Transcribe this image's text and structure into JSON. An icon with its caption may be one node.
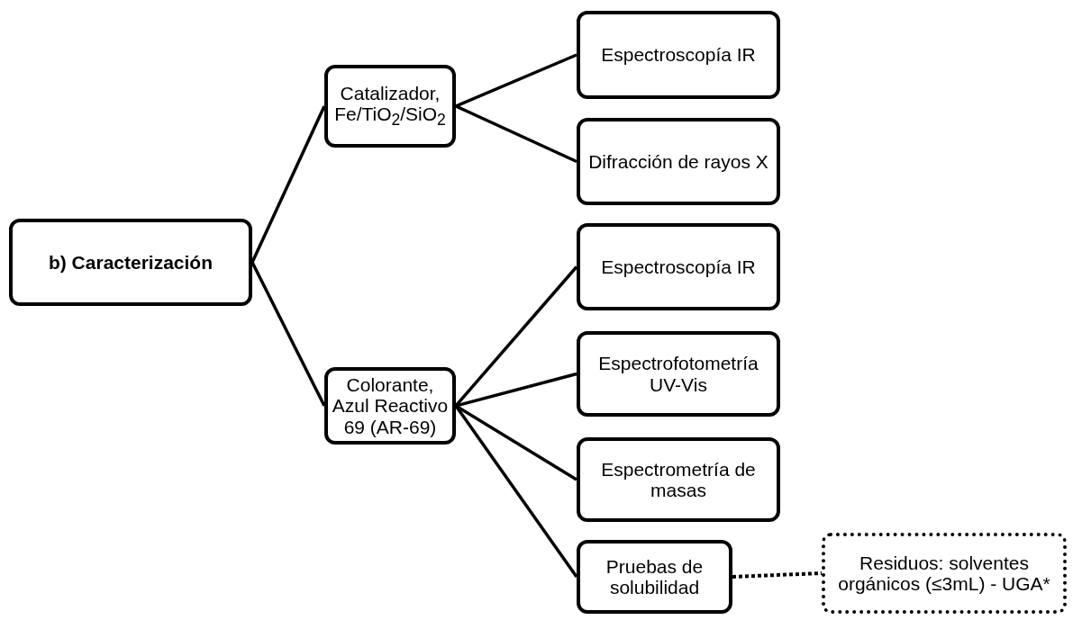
{
  "diagram": {
    "nodes": [
      {
        "text": [
          "b) Caracterización"
        ]
      },
      {
        "text": [
          "Catalizador, Fe/TiO$_{2}$/SiO$_{2}$"
        ]
      },
      {
        "text": [
          "Espectroscopía IR"
        ]
      },
      {
        "text": [
          "Difracción de rayos X"
        ]
      },
      {
        "text": [
          "Colorante, Azul Reactivo 69 (AR-69)"
        ]
      },
      {
        "text": [
          "Espectroscopía IR"
        ]
      },
      {
        "text": [
          "Espectrofotometría UV-Vis"
        ]
      },
      {
        "text": [
          "Espectrometría de masas"
        ]
      },
      {
        "text": [
          "Pruebas de solubilidad"
        ]
      },
      {
        "text": [
          "Residuos: solventes orgánicos (≤3mL) - UGA*"
        ]
      }
    ],
    "edges": [
      {
        "from": 0,
        "to": 1,
        "arrow": "none"
      },
      {
        "from": 0,
        "to": 4,
        "arrow": "none"
      },
      {
        "from": 1,
        "to": 2,
        "arrow": "none"
      },
      {
        "from": 1,
        "to": 3,
        "arrow": "none"
      },
      {
        "from": 4,
        "to": 5,
        "arrow": "none"
      },
      {
        "from": 4,
        "to": 6,
        "arrow": "none"
      },
      {
        "from": 4,
        "to": 7,
        "arrow": "none"
      },
      {
        "from": 4,
        "to": 8,
        "arrow": "none"
      },
      {
        "from": 8,
        "to": 9,
        "arrow": "none",
        "style": "dashed"
      }
    ]
  }
}
